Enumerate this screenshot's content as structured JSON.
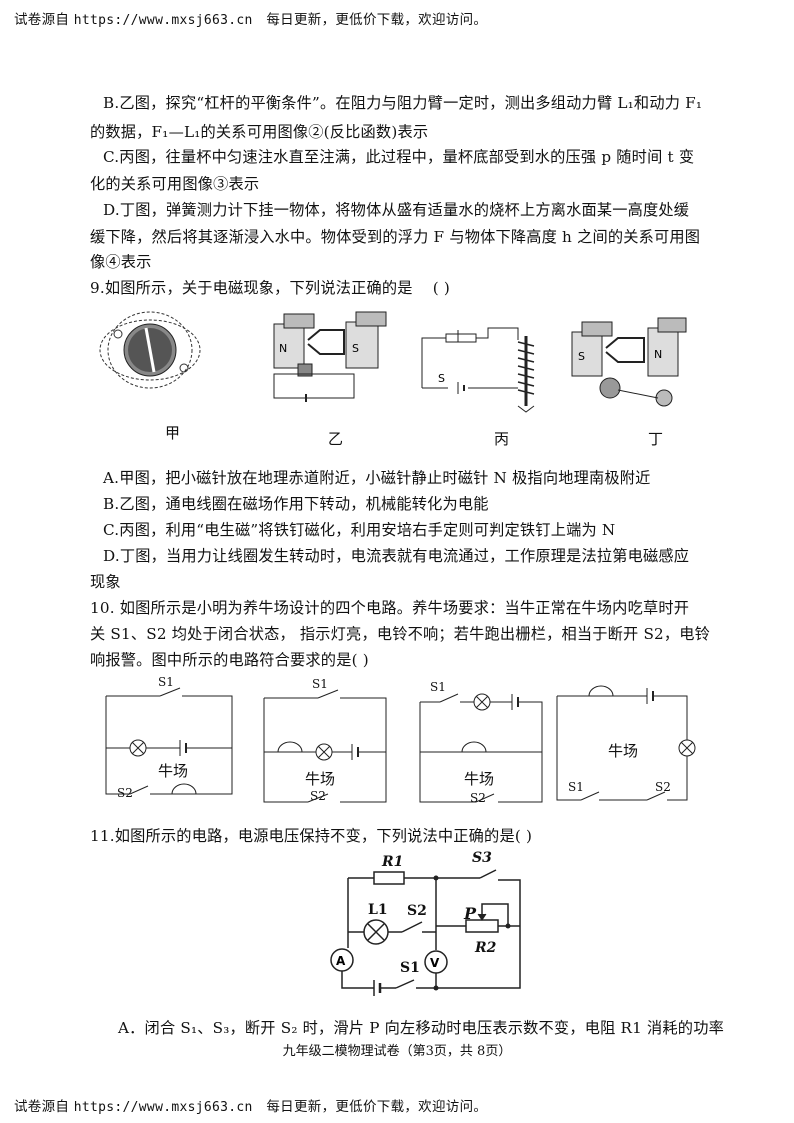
{
  "header": {
    "site": "试卷源自",
    "url": "https://www.mxsj663.cn",
    "slogan": "每日更新，更低价下载，欢迎访问。"
  },
  "q8_options": [
    "B.乙图，探究“杠杆的平衡条件”。在阻力与阻力臂一定时，测出多组动力臂 L₁和动力 F₁",
    "的数据，F₁—L₁的关系可用图像②(反比函数)表示",
    "C.丙图，往量杯中匀速注水直至注满，此过程中，量杯底部受到水的压强 p 随时间 t 变",
    "化的关系可用图像③表示",
    "D.丁图，弹簧测力计下挂一物体，将物体从盛有适量水的烧杯上方离水面某一高度处缓",
    "缓下降，然后将其逐渐浸入水中。物体受到的浮力 F 与物体下降高度 h 之间的关系可用图",
    "像④表示"
  ],
  "q9": {
    "stem": "9.如图所示，关于电磁现象，下列说法正确的是",
    "paren": "(      )",
    "figure_labels": [
      "甲",
      "乙",
      "丙",
      "丁"
    ],
    "options": [
      "A.甲图，把小磁针放在地理赤道附近，小磁针静止时磁针 N 极指向地理南极附近",
      "B.乙图，通电线圈在磁场作用下转动，机械能转化为电能",
      "C.丙图，利用“电生磁”将铁钉磁化，利用安培右手定则可判定铁钉上端为 N",
      "D.丁图，当用力让线圈发生转动时，电流表就有电流通过，工作原理是法拉第电磁感应",
      "现象"
    ]
  },
  "q10": {
    "lines": [
      "10.  如图所示是小明为养牛场设计的四个电路。养牛场要求：当牛正常在牛场内吃草时开",
      "关 S1、S2 均处于闭合状态，  指示灯亮，电铃不响；若牛跑出栅栏，相当于断开 S2，电铃",
      "响报警。图中所示的电路符合要求的是(           )"
    ],
    "field_label": "牛场",
    "s1": "S1",
    "s2": "S2"
  },
  "q11": {
    "stem": "11.如图所示的电路，电源电压保持不变，下列说法中正确的是(            )",
    "labels": {
      "r1": "R1",
      "r2": "R2",
      "s1": "S1",
      "s2": "S2",
      "s3": "S3",
      "l1": "L1",
      "p": "P",
      "a": "A",
      "v": "V"
    },
    "option_a": "A．闭合 S₁、S₃，断开 S₂ 时，滑片 P 向左移动时电压表示数不变，电阻 R1 消耗的功率"
  },
  "footer": "九年级二模物理试卷（第3页，共 8页）"
}
